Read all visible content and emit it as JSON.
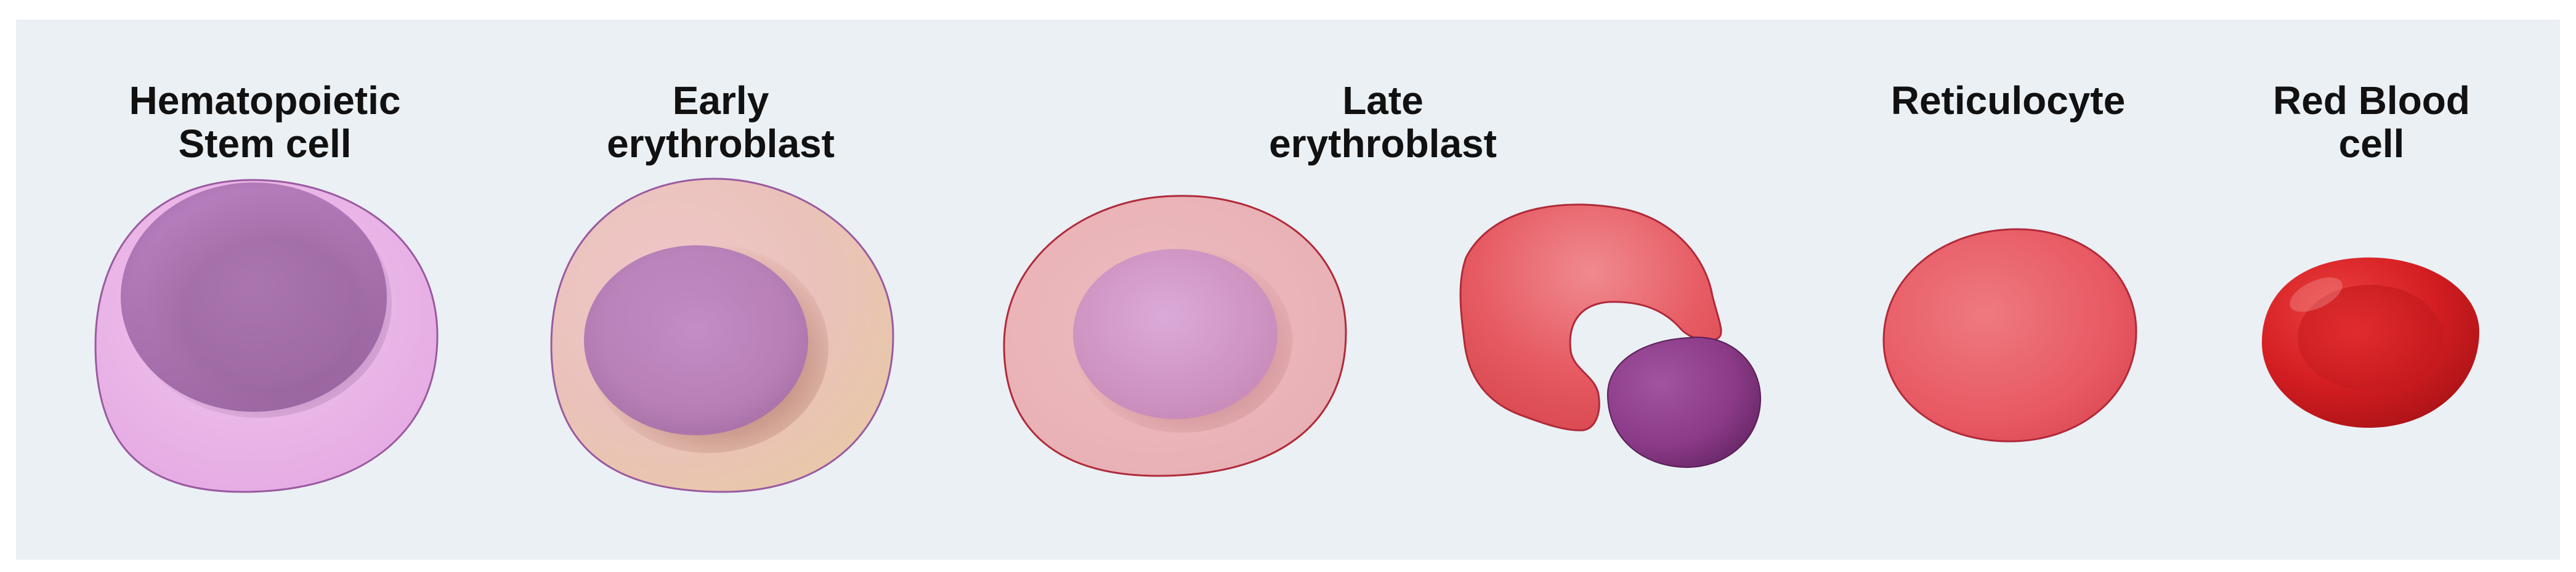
{
  "stages": [
    {
      "id": "hsc",
      "label": "Hematopoietic\nStem cell"
    },
    {
      "id": "early",
      "label": "Early\nerythroblast"
    },
    {
      "id": "late",
      "label": "Late\nerythroblast"
    },
    {
      "id": "retic",
      "label": "Reticulocyte"
    },
    {
      "id": "rbc",
      "label": "Red Blood\ncell"
    }
  ],
  "colors": {
    "background": "#eaf0f4",
    "hsc_cytoplasm": "#e8b4e6",
    "nucleus": "#b47cba",
    "early_cytoplasm": "#ebc4b8",
    "late_cytoplasm": "#e8b0b4",
    "reticulocyte": "#e85a64",
    "extruded_nucleus": "#8a3a86",
    "red_blood_cell": "#d41e22"
  }
}
